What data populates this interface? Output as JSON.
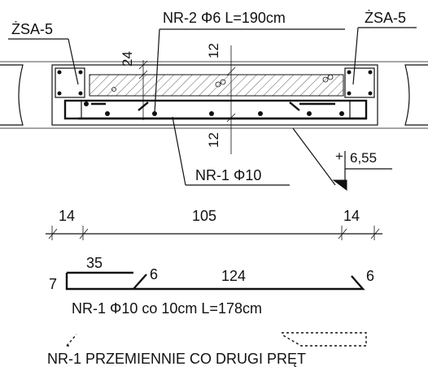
{
  "labels": {
    "zsa_left": "ŻSA-5",
    "zsa_right": "ŻSA-5",
    "nr2": "NR-2  Φ6  L=190cm",
    "nr1_section": "NR-1  Φ10",
    "dim_24": "24",
    "dim_12_top": "12",
    "dim_12_bottom": "12",
    "level": "6,55",
    "level_plus": "+",
    "span_14_left": "14",
    "span_105": "105",
    "span_14_right": "14",
    "bar_35": "35",
    "bar_6_left": "6",
    "bar_124": "124",
    "bar_6_right": "6",
    "bar_7": "7",
    "bar_spec": "NR-1  Φ10  co  10cm  L=178cm",
    "alternate_note": "NR-1  PRZEMIENNIE CO DRUGI PRĘT"
  }
}
